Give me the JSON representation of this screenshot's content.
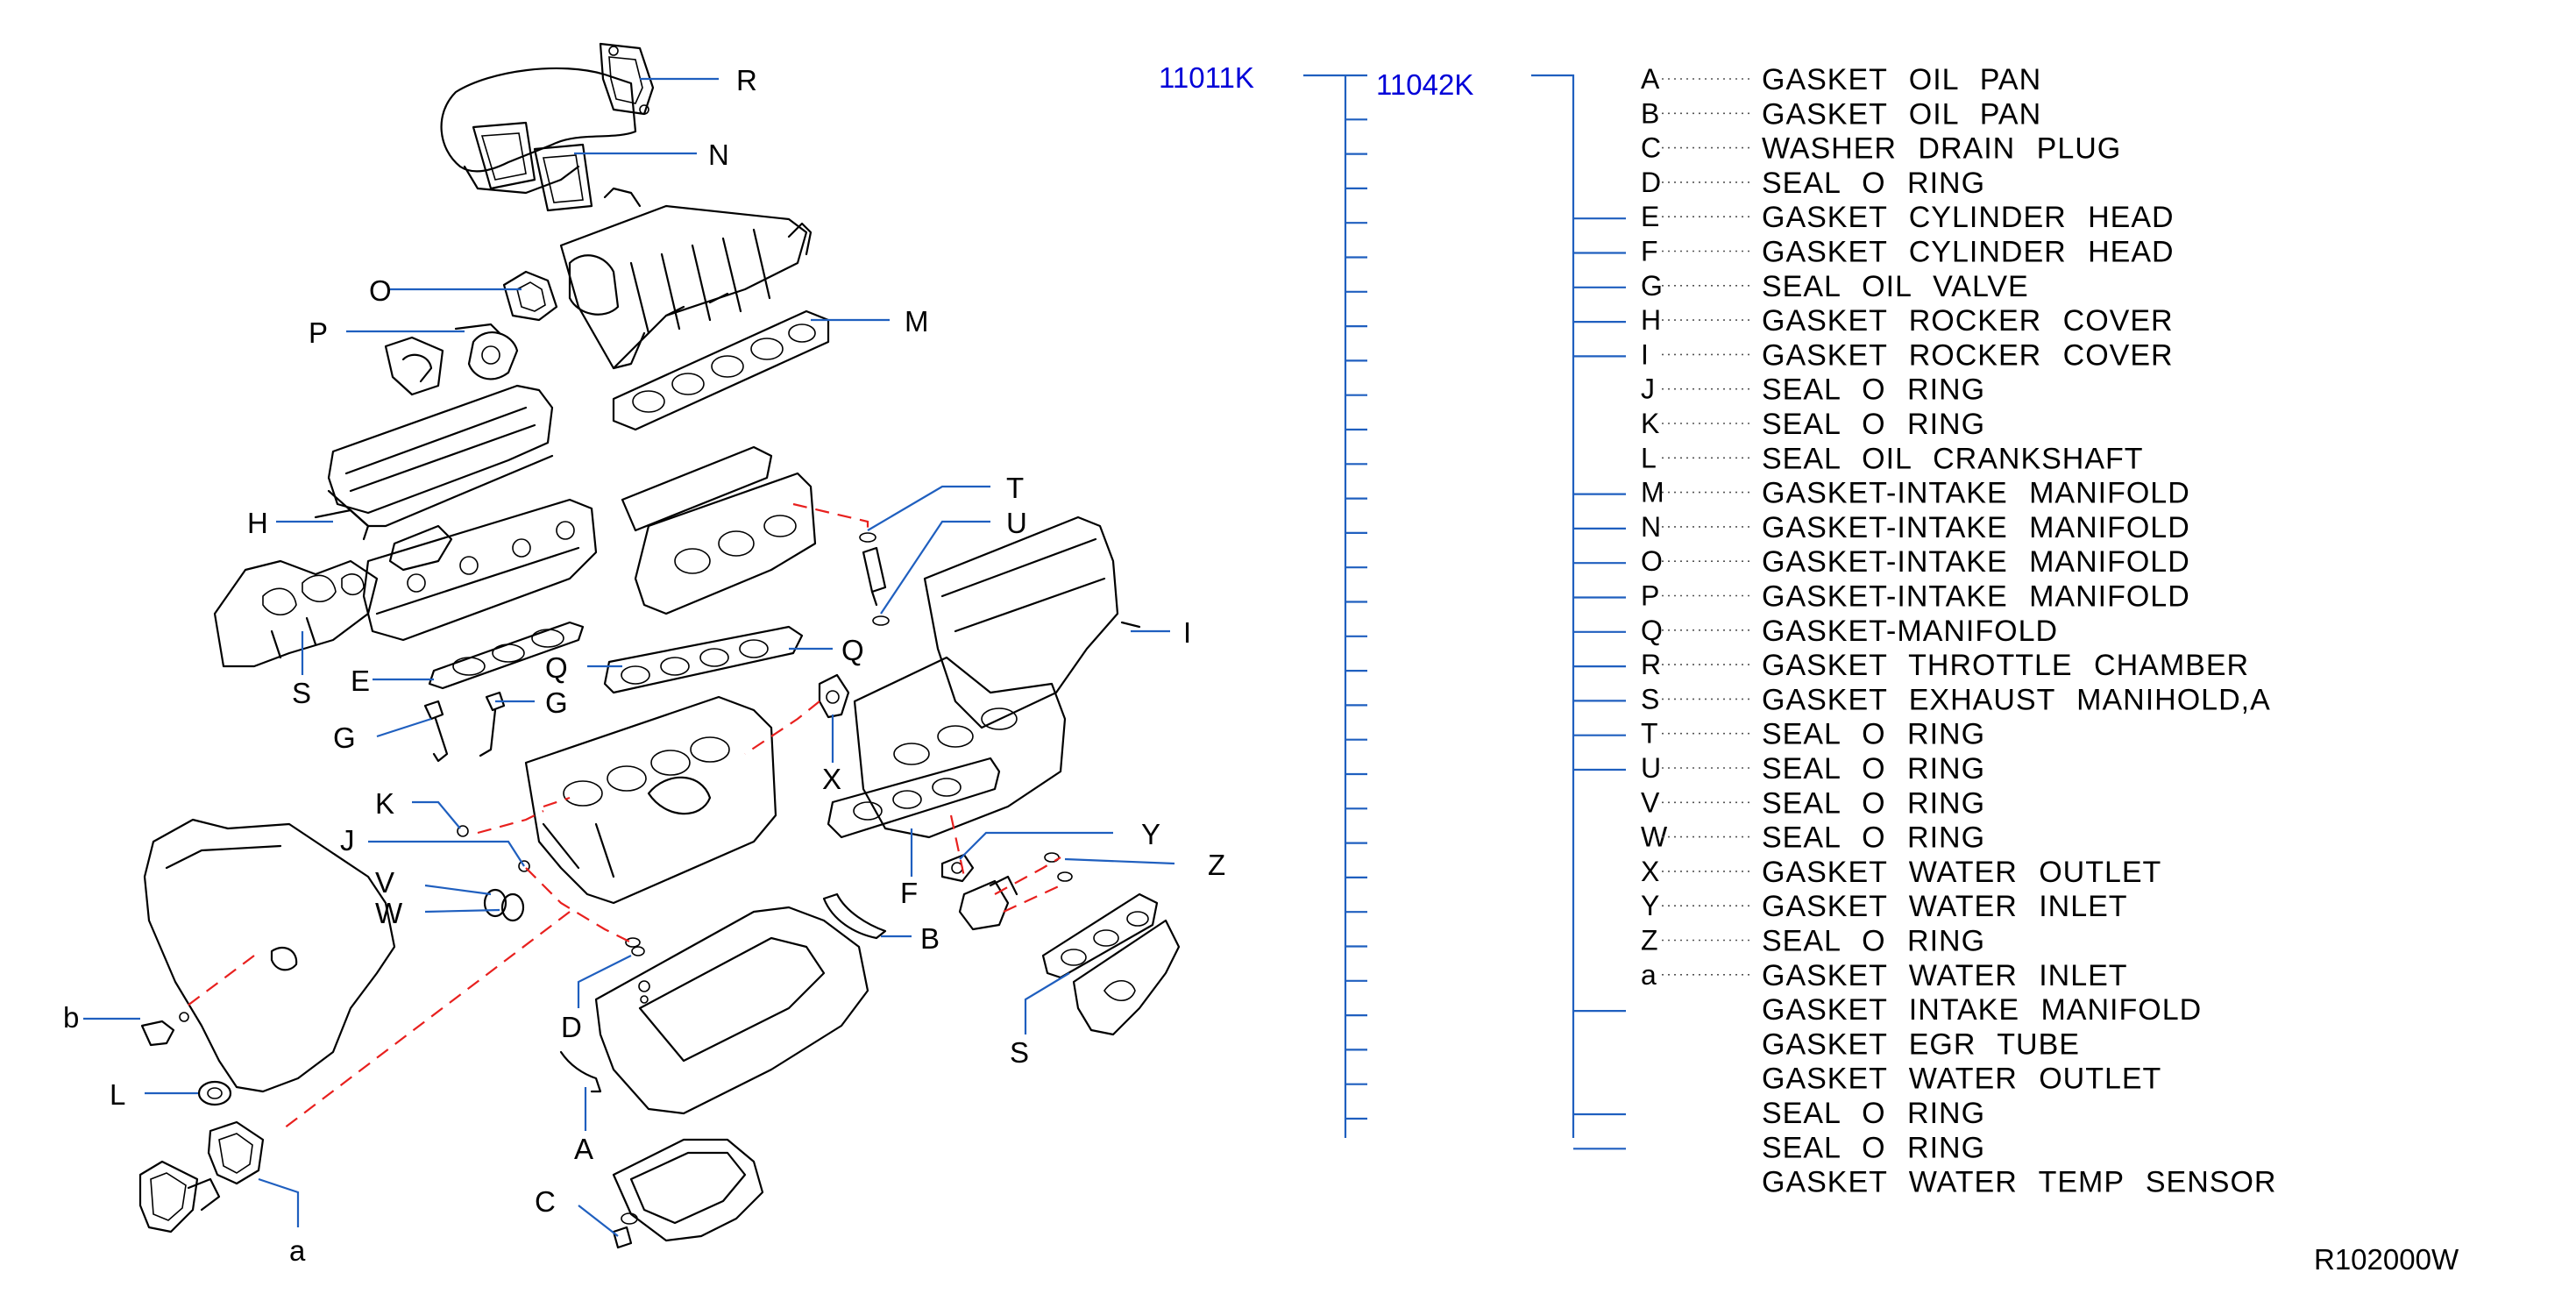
{
  "diagram": {
    "reference_code": "R102000W",
    "part_numbers": {
      "kit": "11011K",
      "subkit": "11042K"
    },
    "callouts": [
      "R",
      "N",
      "O",
      "P",
      "M",
      "H",
      "T",
      "U",
      "S",
      "E",
      "Q",
      "Q",
      "I",
      "G",
      "G",
      "X",
      "K",
      "J",
      "Y",
      "V",
      "W",
      "F",
      "Z",
      "B",
      "b",
      "L",
      "D",
      "S",
      "A",
      "C",
      "a"
    ],
    "parts_list": [
      {
        "letter": "A",
        "name": "GASKET OIL PAN"
      },
      {
        "letter": "B",
        "name": "GASKET OIL PAN"
      },
      {
        "letter": "C",
        "name": "WASHER DRAIN PLUG"
      },
      {
        "letter": "D",
        "name": "SEAL O RING"
      },
      {
        "letter": "E",
        "name": "GASKET CYLINDER HEAD"
      },
      {
        "letter": "F",
        "name": "GASKET CYLINDER HEAD"
      },
      {
        "letter": "G",
        "name": "SEAL OIL VALVE"
      },
      {
        "letter": "H",
        "name": "GASKET ROCKER COVER"
      },
      {
        "letter": "I",
        "name": "GASKET ROCKER COVER"
      },
      {
        "letter": "J",
        "name": "SEAL O RING"
      },
      {
        "letter": "K",
        "name": "SEAL O RING"
      },
      {
        "letter": "L",
        "name": "SEAL OIL CRANKSHAFT"
      },
      {
        "letter": "M",
        "name": "GASKET-INTAKE MANIFOLD"
      },
      {
        "letter": "N",
        "name": "GASKET-INTAKE MANIFOLD"
      },
      {
        "letter": "O",
        "name": "GASKET-INTAKE MANIFOLD"
      },
      {
        "letter": "P",
        "name": "GASKET-INTAKE MANIFOLD"
      },
      {
        "letter": "Q",
        "name": "GASKET-MANIFOLD"
      },
      {
        "letter": "R",
        "name": "GASKET THROTTLE CHAMBER"
      },
      {
        "letter": "S",
        "name": "GASKET EXHAUST MANIHOLD,A"
      },
      {
        "letter": "T",
        "name": "SEAL O RING"
      },
      {
        "letter": "U",
        "name": "SEAL O RING"
      },
      {
        "letter": "V",
        "name": "SEAL O RING"
      },
      {
        "letter": "W",
        "name": "SEAL O RING"
      },
      {
        "letter": "X",
        "name": "GASKET WATER OUTLET"
      },
      {
        "letter": "Y",
        "name": "GASKET WATER INLET"
      },
      {
        "letter": "Z",
        "name": "SEAL O RING"
      },
      {
        "letter": "a",
        "name": "GASKET WATER INLET"
      },
      {
        "letter": "",
        "name": "GASKET INTAKE MANIFOLD"
      },
      {
        "letter": "",
        "name": "GASKET EGR TUBE"
      },
      {
        "letter": "",
        "name": "GASKET WATER OUTLET"
      },
      {
        "letter": "",
        "name": "SEAL O RING"
      },
      {
        "letter": "",
        "name": "SEAL O RING"
      },
      {
        "letter": "",
        "name": "GASKET WATER TEMP SENSOR"
      }
    ]
  }
}
